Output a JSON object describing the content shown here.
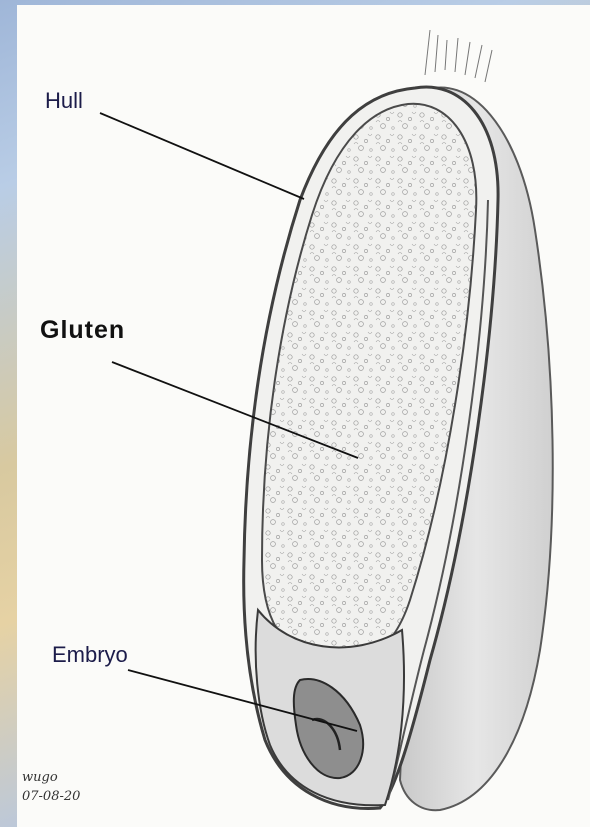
{
  "labels": {
    "hull": "Hull",
    "gluten": "Gluten",
    "embryo": "Embryo"
  },
  "signature": {
    "name": "wugo",
    "date": "07-08-20"
  },
  "colors": {
    "label_text": "#1c1c4a",
    "pencil": "#4a4a4a",
    "paper": "#fbfbf9"
  }
}
